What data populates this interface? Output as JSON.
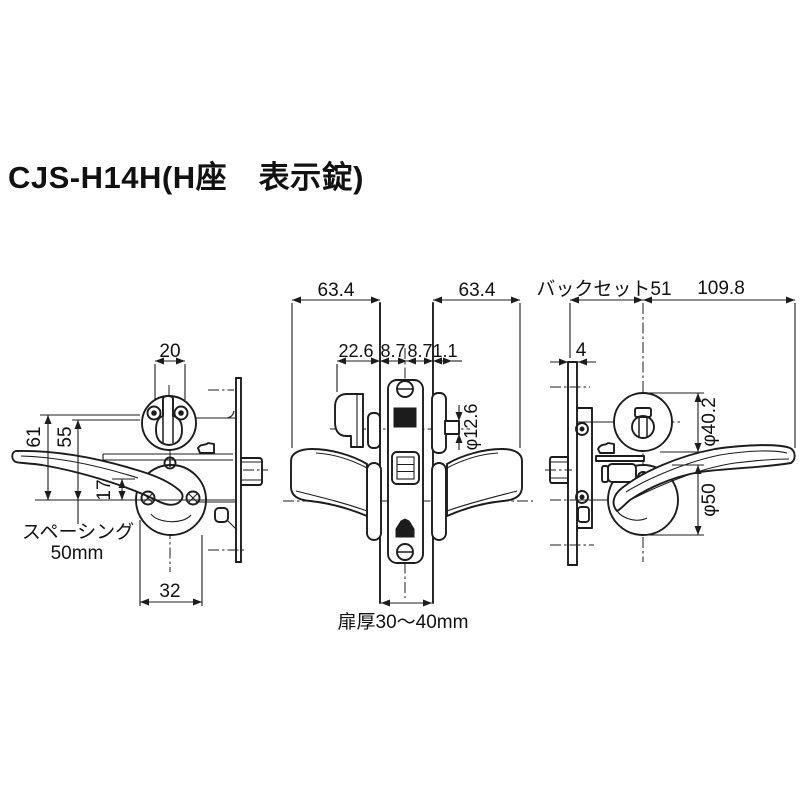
{
  "title": "CJS-H14H(H座　表示錠)",
  "style": {
    "line_color": "#1c1c1c",
    "bg_color": "#ffffff",
    "text_color": "#111111"
  },
  "views": {
    "left_view": {
      "name": "interior-face-view",
      "dims": {
        "thumbturn_width": "20",
        "height_61": "61",
        "height_55": "55",
        "height_17": "17",
        "case_width_32": "32",
        "spacing_label": "スペーシング",
        "spacing_value": "50mm"
      }
    },
    "center_view": {
      "name": "door-section-view",
      "dims": {
        "lever_left": "63.4",
        "lever_right": "63.4",
        "d_22_6": "22.6",
        "d_8_7_a": "8.7",
        "d_8_7_b": "8.7",
        "d_1_1": "1.1",
        "spindle_dia": "φ12.6",
        "door_thickness": "扉厚30～40mm"
      }
    },
    "right_view": {
      "name": "exterior-face-view",
      "dims": {
        "backset": "バックセット51",
        "lever_length": "109.8",
        "faceplate_thickness": "4",
        "rose_dia_upper": "φ40.2",
        "rose_dia_lower": "φ50"
      }
    }
  }
}
